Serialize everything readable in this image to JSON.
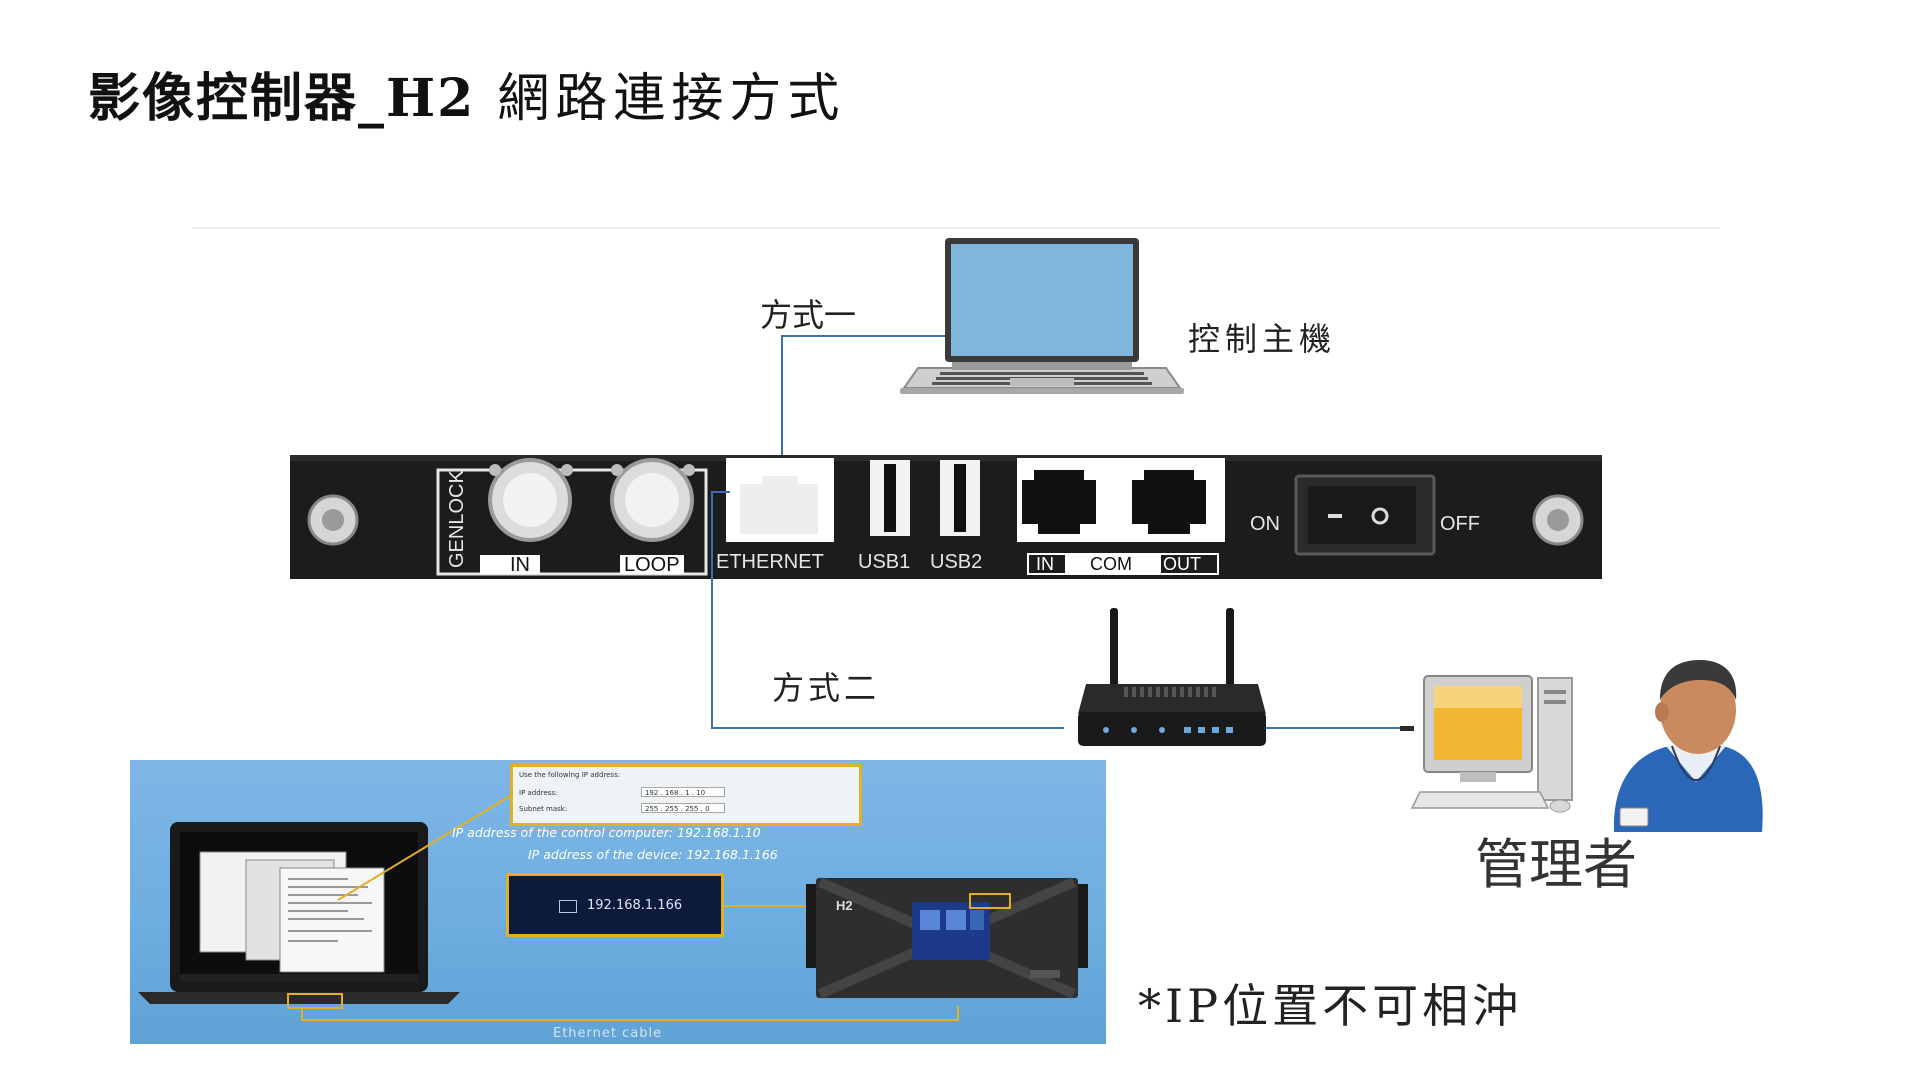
{
  "title": {
    "bold": "影像控制器_H2",
    "normal": "網路連接方式"
  },
  "labels": {
    "way1": "方式一",
    "way2": "方式二",
    "control_host": "控制主機",
    "administrator": "管理者",
    "note": "*IP位置不可相沖"
  },
  "device_panel": {
    "genlock": "GENLOCK",
    "in": "IN",
    "loop": "LOOP",
    "ethernet": "ETHERNET",
    "usb1": "USB1",
    "usb2": "USB2",
    "com_in": "IN",
    "com": "COM",
    "com_out": "OUT",
    "on": "ON",
    "off": "OFF"
  },
  "screenshot": {
    "radio_label": "Use the following IP address:",
    "ip_address_label": "IP address:",
    "ip_address_value": "192 . 168 .  1  . 10",
    "subnet_label": "Subnet mask:",
    "subnet_value": "255 . 255 . 255 .  0",
    "control_ip_text": "IP address of the control computer: 192.168.1.10",
    "device_ip_text": "IP address of the device: 192.168.1.166",
    "device_ip_box": "192.168.1.166",
    "device_brand": "H2",
    "cable_text": "Ethernet cable"
  },
  "colors": {
    "connection_line": "#3a6fb0",
    "highlight": "#e3b021",
    "panel_background": "#6eaee0",
    "device_front": "#1a1a1a"
  },
  "icons": {
    "laptop": "laptop-icon",
    "router": "router-icon",
    "admin_pc": "desktop-computer-icon",
    "admin_person": "person-icon"
  }
}
